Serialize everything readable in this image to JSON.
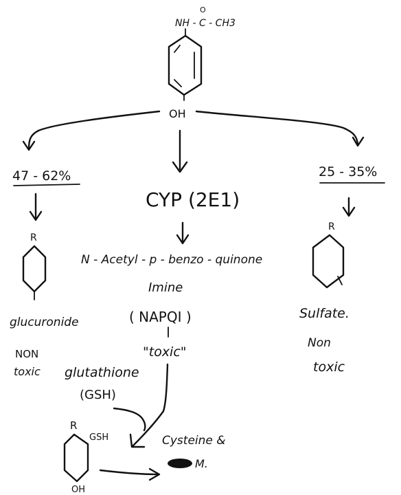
{
  "top": {
    "substituent": "NH - C - CH3",
    "carbonyl_o": "O",
    "oh": "OH"
  },
  "left": {
    "percent": "47 - 62%",
    "ring_r": "R",
    "product": "glucuronide",
    "note_line1": "NON",
    "note_line2": "toxic"
  },
  "center": {
    "enzyme": "CYP (2E1)",
    "line1": "N - Acetyl - p - benzo - quinone",
    "line2": "Imine",
    "abbrev": "( NAPQI )",
    "toxic": "\"toxic\""
  },
  "right": {
    "percent": "25 - 35%",
    "ring_r": "R",
    "product": "Sulfate.",
    "note_line1": "Non",
    "note_line2": "toxic"
  },
  "bottom": {
    "gsh_line1": "glutathione",
    "gsh_line2": "(GSH)",
    "ring_r": "R",
    "ring_gsh": "GSH",
    "ring_oh": "OH",
    "product_line1": "Cysteine &",
    "product_line2": "M."
  }
}
